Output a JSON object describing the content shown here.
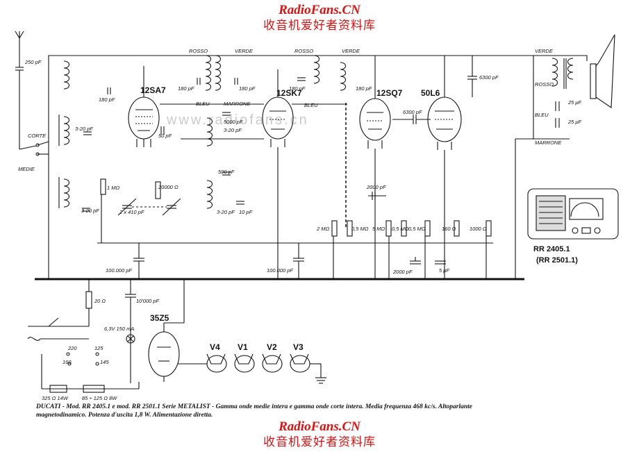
{
  "watermark": {
    "brand": "RadioFans.CN",
    "chinese": "收音机爱好者资料库",
    "ghost": "www.radiofans.cn"
  },
  "tubes": {
    "v1": "12SA7",
    "v2": "12SK7",
    "v3": "12SQ7",
    "v4": "50L6",
    "rect": "35Z5"
  },
  "heater_string": [
    "V4",
    "V1",
    "V2",
    "V3"
  ],
  "wire_colors": {
    "rosso": "ROSSO",
    "verde": "VERDE",
    "bleu": "BLEU",
    "marrone": "MARRONE"
  },
  "band_switch": {
    "corte": "CORTE",
    "medie": "MEDIE"
  },
  "components": {
    "antenna_cap": "250 pF",
    "c_180": "180 pF",
    "c_trim": "3-20 pF",
    "c_var": "2 x 410 pF",
    "r_1m": "1 MΩ",
    "r_20k": "20000 Ω",
    "c_50": "50 pF",
    "c_5000": "5000 pF",
    "c_500": "500 pF",
    "c_10": "10 pF",
    "c_100k_a": "100.000 pF",
    "c_100k_b": "100.000 pF",
    "c_2000": "2000 pF",
    "c_2000b": "2000 pF",
    "c_6300a": "6300 pF",
    "c_6300b": "6300 pF",
    "r_2m": "2 MΩ",
    "r_05m": "0,5 MΩ",
    "r_5m": "5 MΩ",
    "r_05b": "0,5 MΩ",
    "r_05c": "0,5 MΩ",
    "r_160": "160 Ω",
    "r_1000": "1000 Ω",
    "c_5uf": "5 μF",
    "c_25a": "25 μF",
    "c_25b": "25 μF",
    "r_20": "20 Ω",
    "c_10000": "10'000 pF",
    "lamp": "6,3V 150 mA",
    "v220": "220",
    "v160": "160",
    "v125": "125",
    "v145": "145",
    "r_325": "325 Ω 14W",
    "r_85": "85 ÷ 125 Ω 8W"
  },
  "model_box": {
    "model1": "RR 2405.1",
    "model2": "(RR 2501.1)"
  },
  "caption": "DUCATI - Mod. RR 2405.1 e mod. RR 2501.1 Serie METALIST - Gamma onde medie intera e gamma onde corte intera. Media frequenza 468 kc/s. Altoparlante magnetodinamico. Potenza d'uscita 1,8 W. Alimentazione diretta."
}
